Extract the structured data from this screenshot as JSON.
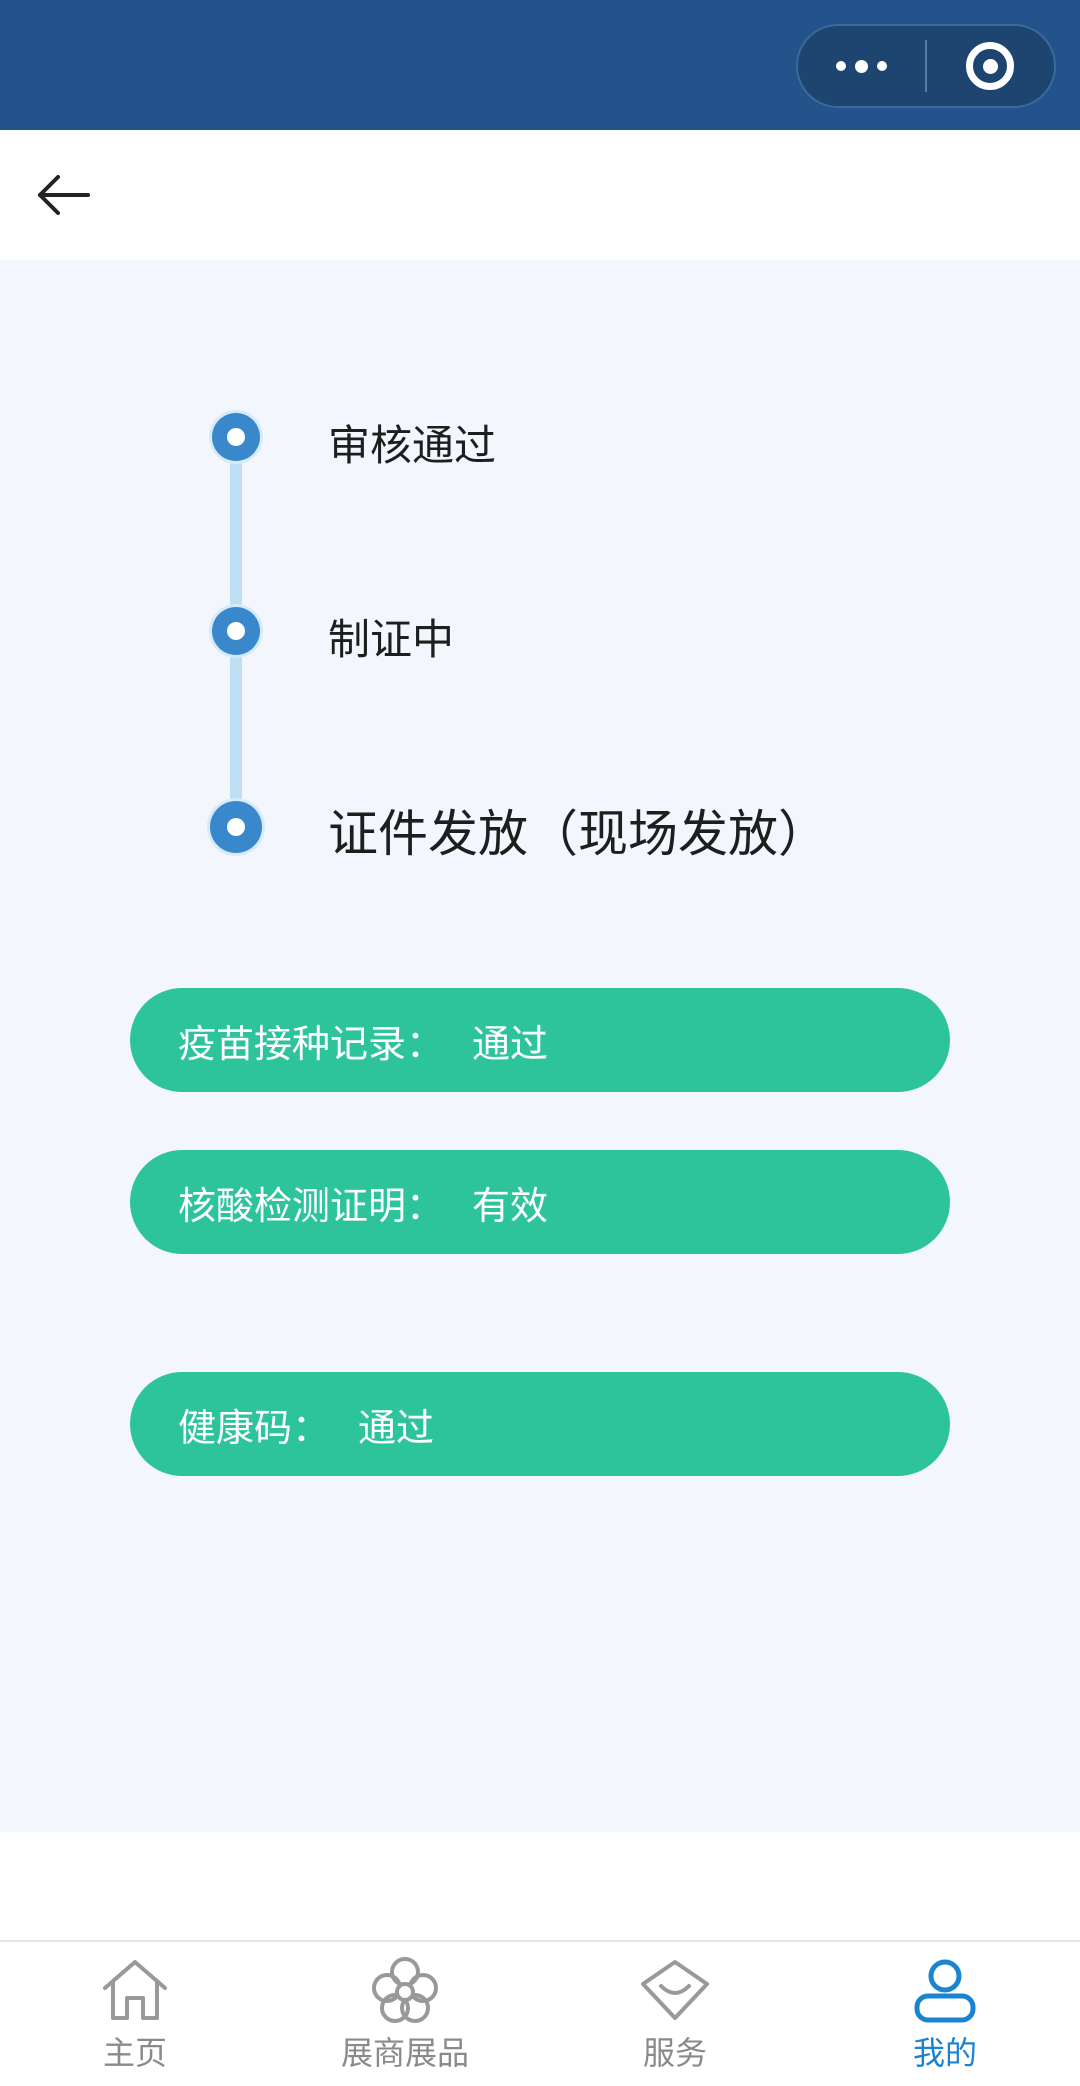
{
  "header": {
    "capsule": {
      "more_icon": "more-dots-icon",
      "close_icon": "target-circle-icon"
    },
    "back_icon": "arrow-left-icon",
    "colors": {
      "header_bg": "#24528a",
      "capsule_bg": "#1d456f"
    }
  },
  "progress": {
    "steps": [
      {
        "label": "审核通过"
      },
      {
        "label": "制证中"
      },
      {
        "label": "证件发放（现场发放）"
      }
    ],
    "colors": {
      "dot": "#3a88cc",
      "line": "#bfe0f4"
    }
  },
  "checks": [
    {
      "label": "疫苗接种记录：",
      "value": "通过"
    },
    {
      "label": "核酸检测证明：",
      "value": "有效"
    },
    {
      "label": "健康码：",
      "value": "通过"
    }
  ],
  "check_color": "#2ec49b",
  "tabbar": {
    "items": [
      {
        "label": "主页",
        "icon": "home-icon",
        "active": false
      },
      {
        "label": "展商展品",
        "icon": "clover-icon",
        "active": false
      },
      {
        "label": "服务",
        "icon": "diamond-icon",
        "active": false
      },
      {
        "label": "我的",
        "icon": "user-icon",
        "active": true
      }
    ],
    "active_color": "#1a84d0",
    "inactive_color": "#8a8a8a"
  }
}
